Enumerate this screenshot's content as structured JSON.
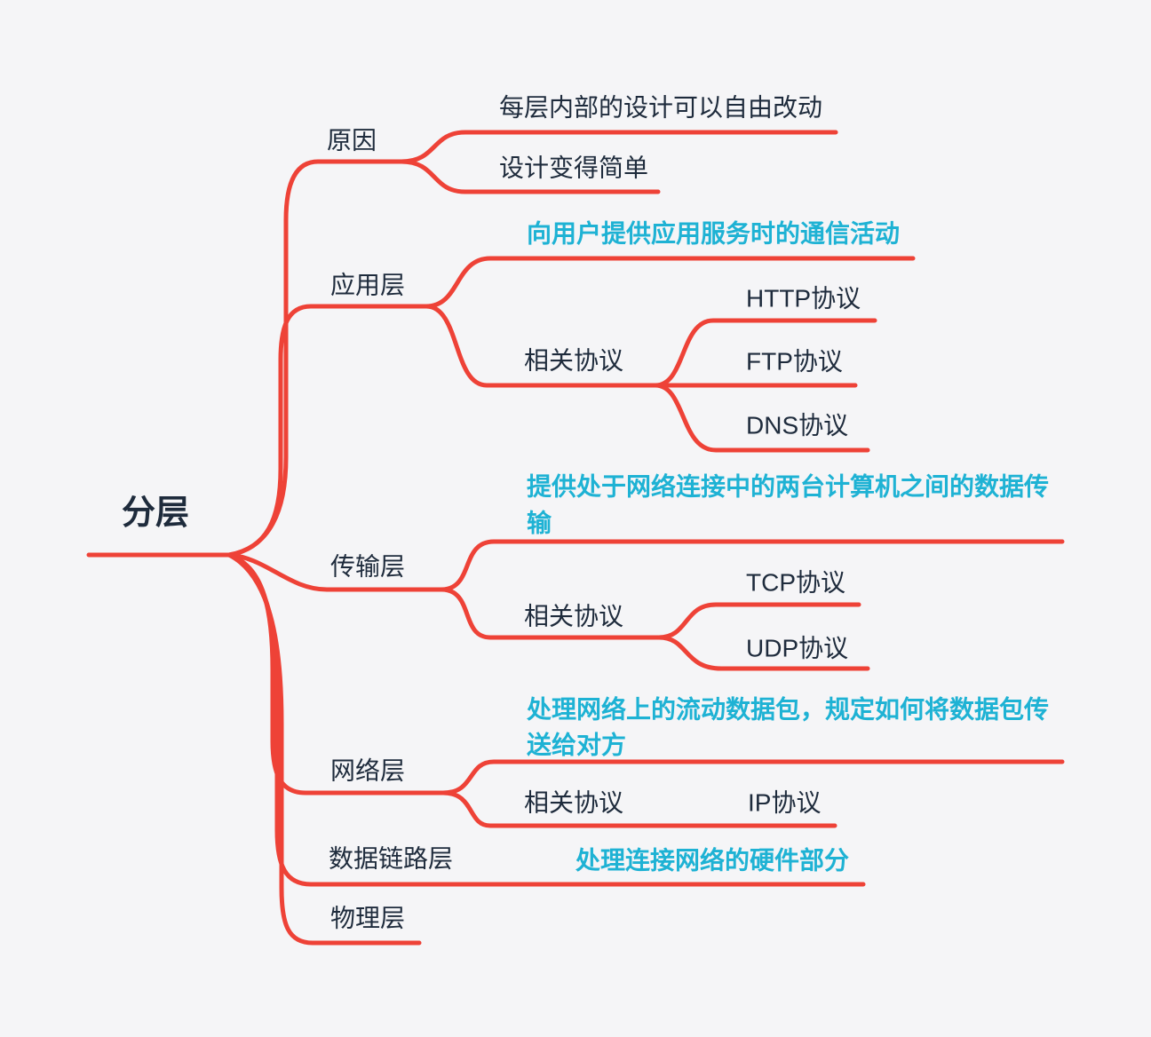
{
  "colors": {
    "background": "#f5f5f7",
    "branch_line": "#ee4237",
    "node_text": "#1e2b3c",
    "description_text": "#1eb2d4"
  },
  "root": {
    "label": "分层"
  },
  "branches": [
    {
      "label": "原因",
      "children": [
        {
          "label": "每层内部的设计可以自由改动"
        },
        {
          "label": "设计变得简单"
        }
      ]
    },
    {
      "label": "应用层",
      "description_lines": [
        "向用户提供应用服务时的通信活动"
      ],
      "children": [
        {
          "label": "相关协议",
          "children": [
            {
              "label": "HTTP协议"
            },
            {
              "label": "FTP协议"
            },
            {
              "label": "DNS协议"
            }
          ]
        }
      ]
    },
    {
      "label": "传输层",
      "description_lines": [
        "提供处于网络连接中的两台计算机之间的数据传",
        "输"
      ],
      "children": [
        {
          "label": "相关协议",
          "children": [
            {
              "label": "TCP协议"
            },
            {
              "label": "UDP协议"
            }
          ]
        }
      ]
    },
    {
      "label": "网络层",
      "description_lines": [
        "处理网络上的流动数据包，规定如何将数据包传",
        "送给对方"
      ],
      "children": [
        {
          "label": "相关协议",
          "children": [
            {
              "label": "IP协议"
            }
          ]
        }
      ]
    },
    {
      "label": "数据链路层",
      "description_lines": [
        "处理连接网络的硬件部分"
      ]
    },
    {
      "label": "物理层"
    }
  ]
}
